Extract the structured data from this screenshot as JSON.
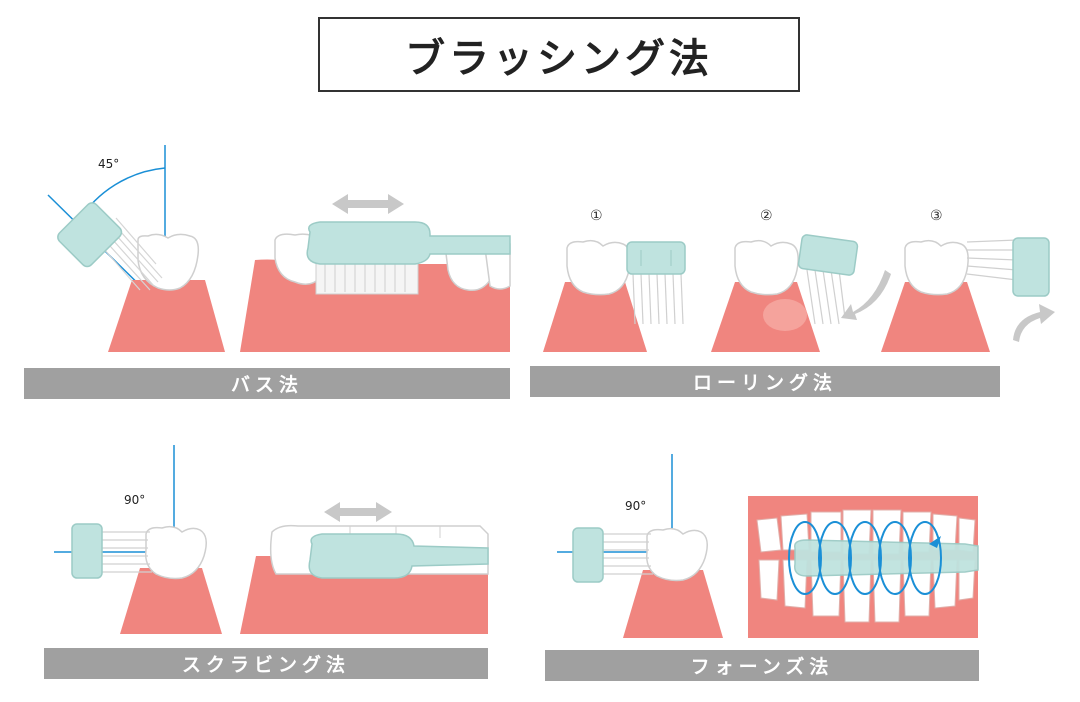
{
  "title": "ブラッシング法",
  "methods": [
    {
      "label": "バス法",
      "angle": "45°"
    },
    {
      "label": "ローリング法",
      "steps": [
        "①",
        "②",
        "③"
      ]
    },
    {
      "label": "スクラビング法",
      "angle": "90°"
    },
    {
      "label": "フォーンズ法",
      "angle": "90°"
    }
  ],
  "colors": {
    "gum": "#f0857f",
    "gum_light": "#f6aaa4",
    "tooth": "#ffffff",
    "brush_head": "#bfe3df",
    "line_blue": "#1a8fd6",
    "arrow_gray": "#c8c8c8",
    "bar_gray": "#a0a0a0"
  }
}
